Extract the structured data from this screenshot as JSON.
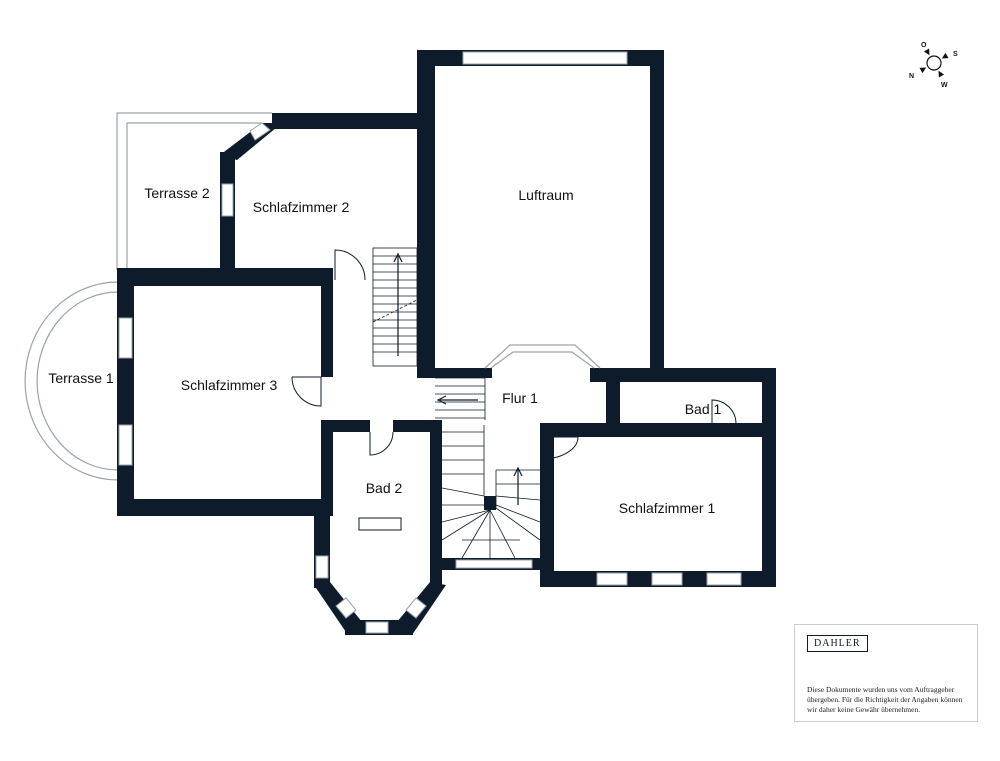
{
  "rooms": {
    "luftraum": "Luftraum",
    "terrasse2": "Terrasse 2",
    "schlafzimmer2": "Schlafzimmer 2",
    "terrasse1": "Terrasse 1",
    "schlafzimmer3": "Schlafzimmer 3",
    "flur1": "Flur 1",
    "bad1": "Bad 1",
    "bad2": "Bad 2",
    "schlafzimmer1": "Schlafzimmer 1"
  },
  "compass": {
    "n": "N",
    "o": "O",
    "s": "S",
    "w": "W"
  },
  "legend": {
    "brand": "DAHLER",
    "disclaimer": "Diese Dokumente wurden uns vom Auftraggeber übergeben. Für die Richtigkeit der Angaben können wir daher keine Gewähr übernehmen."
  },
  "colors": {
    "wall": "#0d1b2a"
  }
}
